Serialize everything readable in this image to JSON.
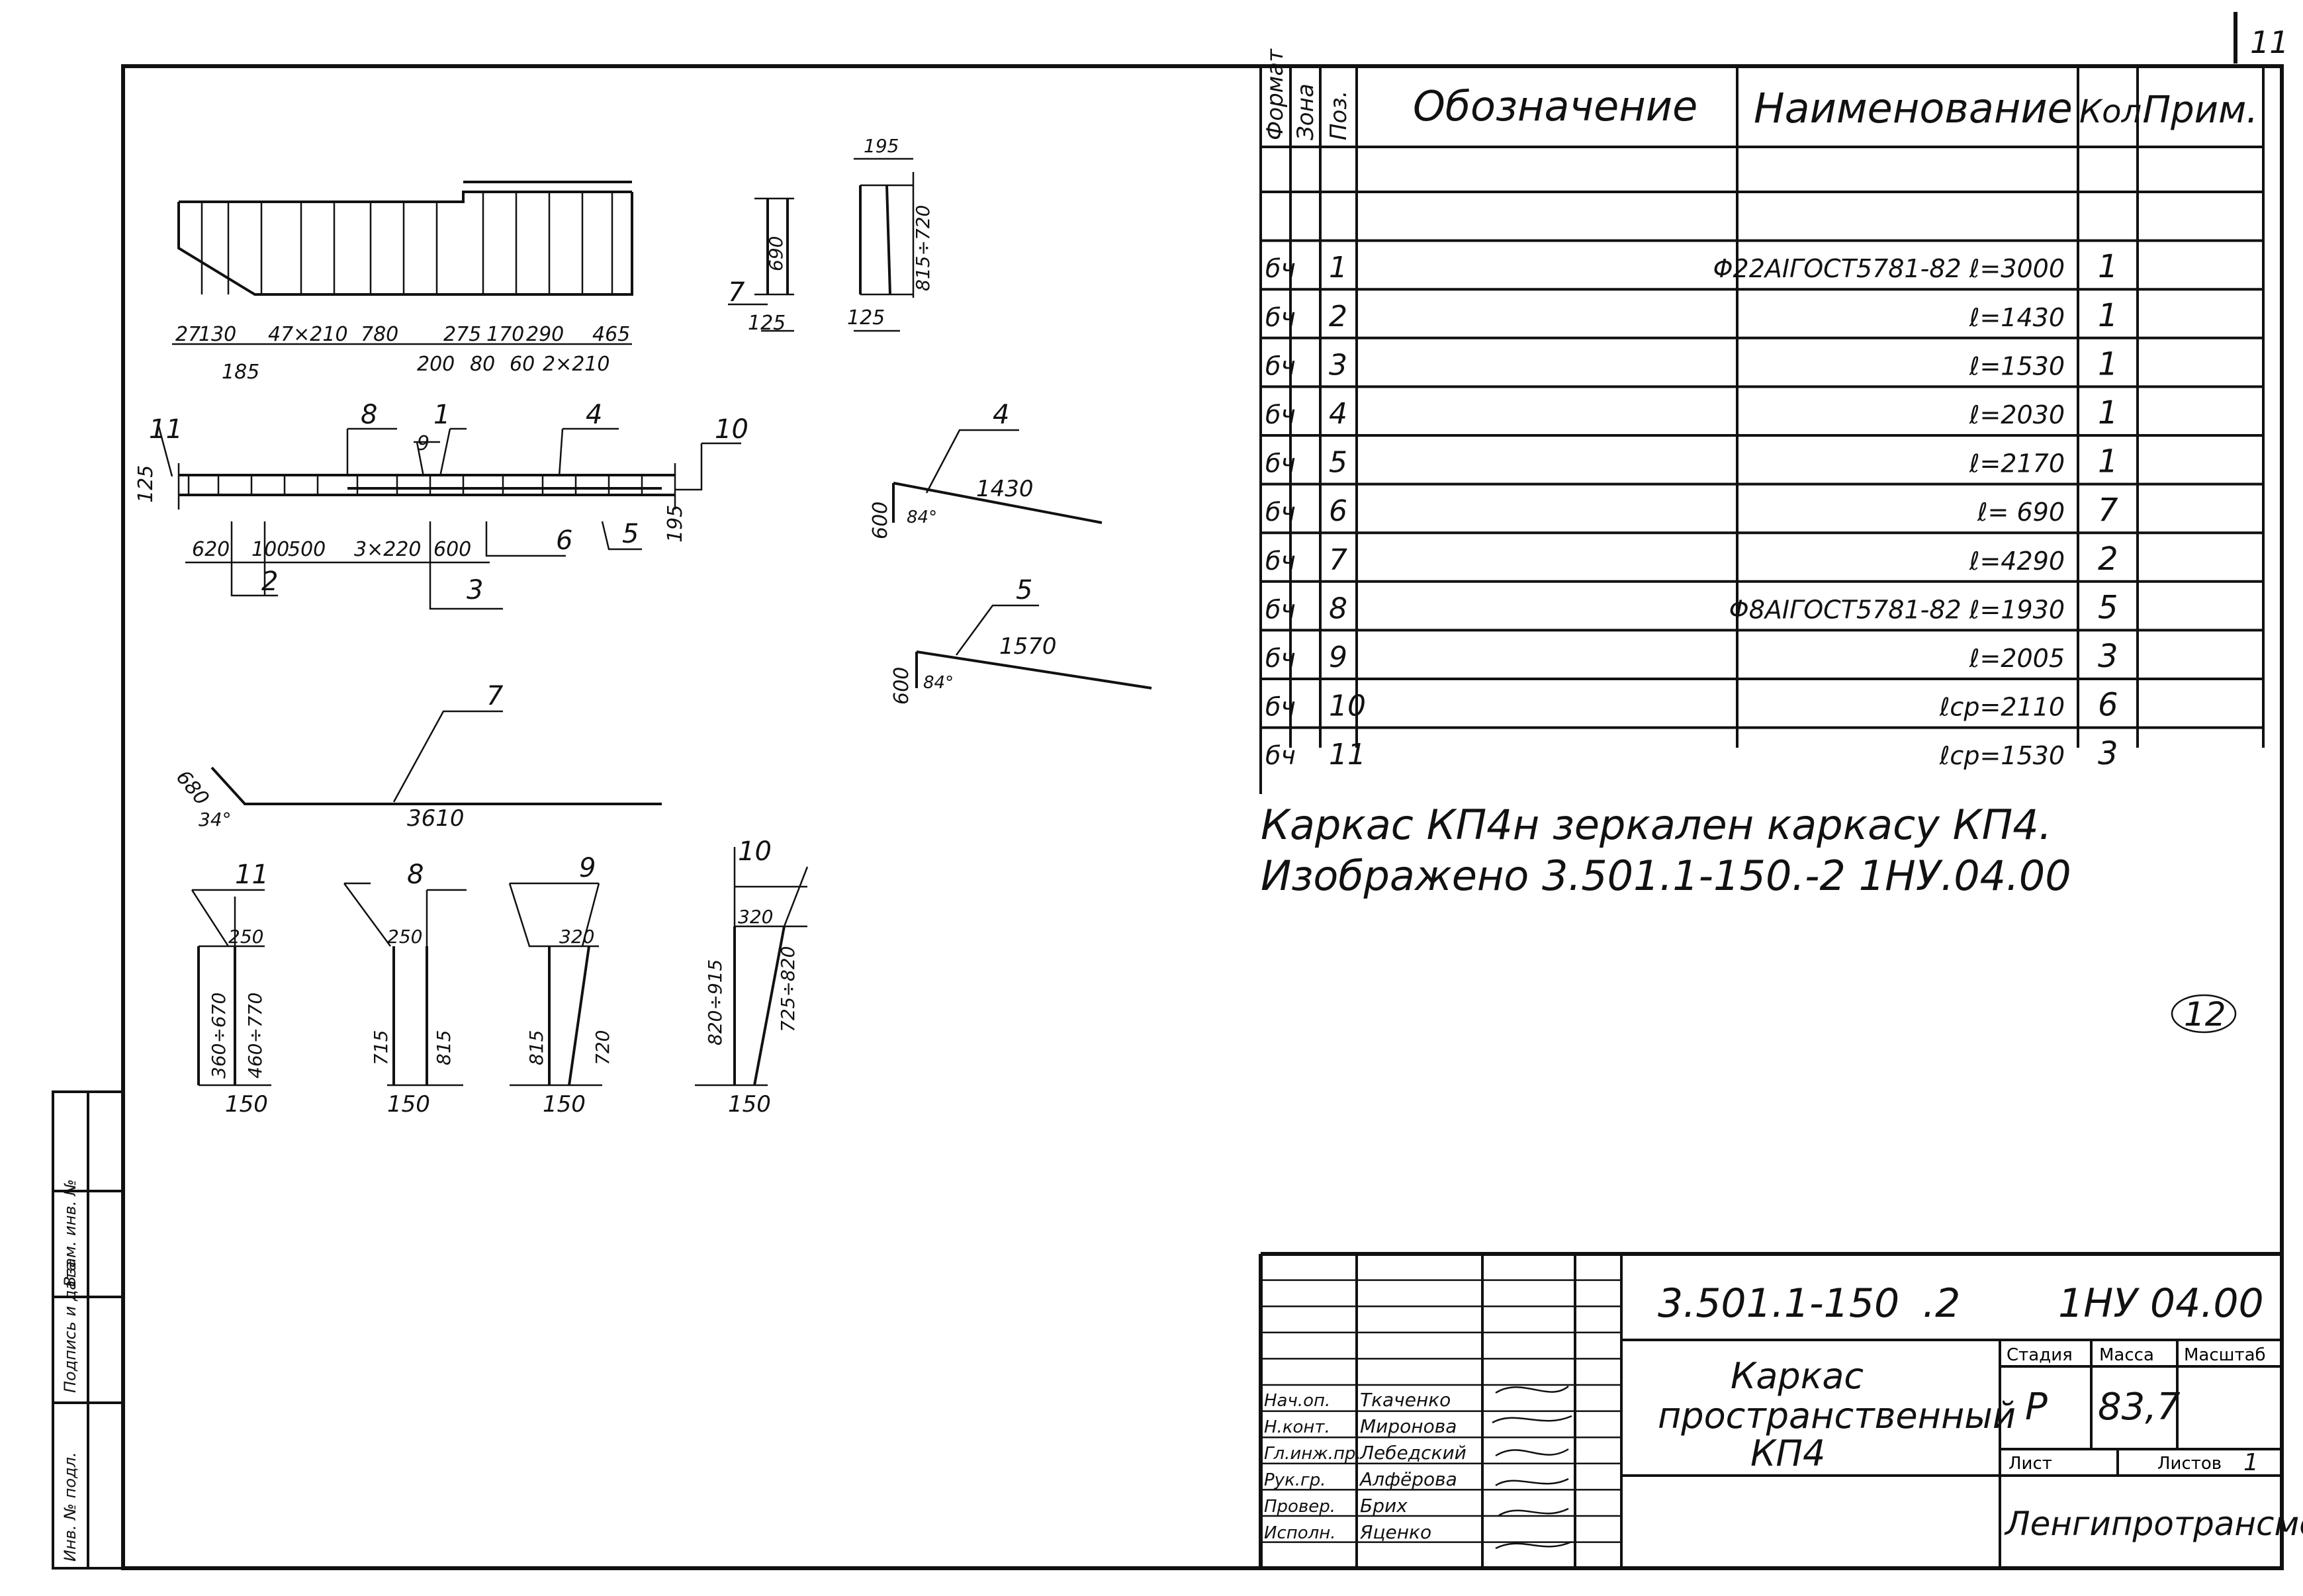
{
  "sheet_number": "11",
  "stamp_mark": "12",
  "spec_table": {
    "headers": {
      "format": "Формат",
      "zone": "Зона",
      "pos": "Поз.",
      "designation": "Обозначение",
      "name": "Наименование",
      "qty": "Кол.",
      "note": "Прим."
    },
    "rows": [
      {
        "format": "бч",
        "pos": "1",
        "name": "Φ22AIГОСТ5781-82 ℓ=3000",
        "qty": "1"
      },
      {
        "format": "бч",
        "pos": "2",
        "name": "ℓ=1430",
        "qty": "1"
      },
      {
        "format": "бч",
        "pos": "3",
        "name": "ℓ=1530",
        "qty": "1"
      },
      {
        "format": "бч",
        "pos": "4",
        "name": "ℓ=2030",
        "qty": "1"
      },
      {
        "format": "бч",
        "pos": "5",
        "name": "ℓ=2170",
        "qty": "1"
      },
      {
        "format": "бч",
        "pos": "6",
        "name": "ℓ= 690",
        "qty": "7"
      },
      {
        "format": "бч",
        "pos": "7",
        "name": "ℓ=4290",
        "qty": "2"
      },
      {
        "format": "бч",
        "pos": "8",
        "name": "Φ8AIГОСТ5781-82 ℓ=1930",
        "qty": "5"
      },
      {
        "format": "бч",
        "pos": "9",
        "name": "ℓ=2005",
        "qty": "3"
      },
      {
        "format": "бч",
        "pos": "10",
        "name": "ℓср=2110",
        "qty": "6"
      },
      {
        "format": "бч",
        "pos": "11",
        "name": "ℓср=1530",
        "qty": "3"
      }
    ]
  },
  "notes": {
    "line1": "Каркас КП4н зеркален каркасу КП4.",
    "line2": "Изображено  3.501.1-150.-2  1НУ.04.00"
  },
  "drawing": {
    "elevation_dims": [
      "27",
      "130",
      "47×210",
      "780",
      "275",
      "170",
      "290",
      "465",
      "185",
      "200",
      "80",
      "60",
      "2×210"
    ],
    "plan_dims": [
      "620",
      "100",
      "500",
      "3×220",
      "600"
    ],
    "plan_positions": [
      "11",
      "8",
      "9",
      "1",
      "4",
      "10",
      "2",
      "3",
      "6",
      "5"
    ],
    "plan_side_dims": [
      "125",
      "195"
    ],
    "section_a": {
      "dims": [
        "690",
        "125"
      ],
      "pos": "7"
    },
    "section_b": {
      "dims": [
        "195",
        "815÷720",
        "125"
      ]
    },
    "bar4": {
      "pos": "4",
      "length": "1430",
      "height": "600",
      "angle": "84°"
    },
    "bar5": {
      "pos": "5",
      "length": "1570",
      "height": "600",
      "angle": "84°"
    },
    "bar7": {
      "pos": "7",
      "length": "3610",
      "height": "680",
      "angle": "34°"
    },
    "bar11": {
      "pos": "11",
      "top": "250",
      "left": "360÷670",
      "right": "460÷770",
      "bottom": "150"
    },
    "bar8": {
      "pos": "8",
      "top": "250",
      "left": "715",
      "right": "815",
      "bottom": "150"
    },
    "bar9": {
      "pos": "9",
      "top": "320",
      "left": "815",
      "right": "720",
      "bottom": "150"
    },
    "bar10": {
      "pos": "10",
      "top": "320",
      "left": "820÷915",
      "right": "725÷820",
      "bottom": "150"
    }
  },
  "side_stamp": {
    "c1": "Инв. № подл.",
    "c2": "Подпись и дата",
    "c3": "Взам. инв. №"
  },
  "title_block": {
    "doc_code": "3.501.1-150",
    "issue": ".2",
    "mark": "1НУ 04.00",
    "title_line1": "Каркас",
    "title_line2": "пространственный",
    "title_line3": "КП4",
    "stage_label": "Стадия",
    "mass_label": "Масса",
    "scale_label": "Масштаб",
    "stage": "Р",
    "mass": "83,7",
    "sheet_label": "Лист",
    "sheets_label": "Листов",
    "sheets": "1",
    "organization": "Ленгипротрансмост",
    "staff": [
      {
        "role": "Нач.оп.",
        "name": "Ткаченко"
      },
      {
        "role": "Н.конт.",
        "name": "Миронова"
      },
      {
        "role": "Гл.инж.пр.",
        "name": "Лебедский"
      },
      {
        "role": "Рук.гр.",
        "name": "Алфёрова"
      },
      {
        "role": "Провер.",
        "name": "Брих"
      },
      {
        "role": "Исполн.",
        "name": "Яценко"
      }
    ]
  }
}
